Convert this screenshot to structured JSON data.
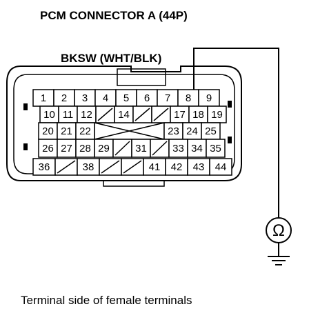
{
  "title": "PCM CONNECTOR A (44P)",
  "wire_label": "BKSW (WHT/BLK)",
  "caption": "Terminal side of female terminals",
  "meter_symbol": "Ω",
  "probe_pin": "8",
  "pins": {
    "row1": [
      "1",
      "2",
      "3",
      "4",
      "5",
      "6",
      "7",
      "8",
      "9"
    ],
    "row2": [
      "10",
      "11",
      "12",
      "",
      "14",
      "",
      "",
      "17",
      "18",
      "19"
    ],
    "row3": [
      "20",
      "21",
      "22",
      "",
      "23",
      "24",
      "25"
    ],
    "row4": [
      "26",
      "27",
      "28",
      "29",
      "",
      "31",
      "",
      "33",
      "34",
      "35"
    ],
    "row5": [
      "36",
      "",
      "38",
      "",
      "",
      "41",
      "42",
      "43",
      "44"
    ]
  }
}
